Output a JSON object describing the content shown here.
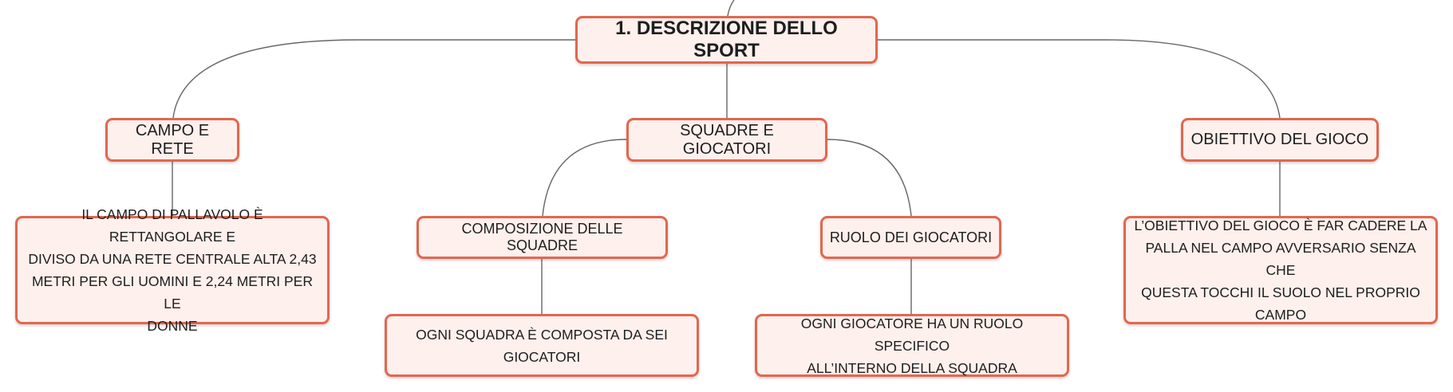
{
  "colors": {
    "node_fill": "#fdf0ed",
    "node_border": "#e2674f",
    "connector": "#666666",
    "text": "#1e1e1e"
  },
  "map": {
    "root": "1. DESCRIZIONE DELLO SPORT",
    "topics": {
      "campo": "CAMPO E RETE",
      "squadre": "SQUADRE E GIOCATORI",
      "obiettivo": "OBIETTIVO DEL GIOCO"
    },
    "subtopics": {
      "composizione": "COMPOSIZIONE DELLE SQUADRE",
      "ruolo": "RUOLO DEI GIOCATORI"
    },
    "details": {
      "campo_lines": [
        "IL CAMPO DI PALLAVOLO È RETTANGOLARE E",
        "DIVISO DA UNA RETE CENTRALE ALTA 2,43",
        "METRI PER GLI UOMINI E 2,24 METRI PER LE",
        "DONNE"
      ],
      "obiettivo_lines": [
        "L’OBIETTIVO DEL GIOCO È FAR CADERE LA",
        "PALLA NEL CAMPO AVVERSARIO SENZA CHE",
        "QUESTA TOCCHI IL SUOLO NEL PROPRIO",
        "CAMPO"
      ],
      "squadra_lines": [
        "OGNI SQUADRA È COMPOSTA DA SEI",
        "GIOCATORI"
      ],
      "giocatore_lines": [
        "OGNI GIOCATORE HA UN RUOLO SPECIFICO",
        "ALL’INTERNO DELLA SQUADRA"
      ]
    }
  }
}
